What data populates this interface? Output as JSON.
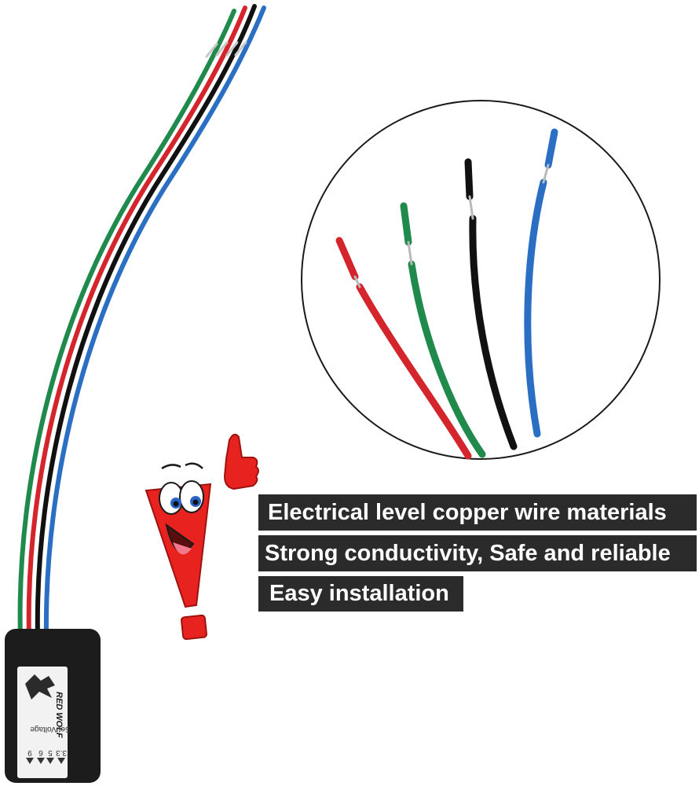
{
  "product": {
    "brand_label": "RED WOLF",
    "module_heading": "Set Voltage",
    "voltage_options": [
      "9",
      "6",
      "5",
      "3.3"
    ]
  },
  "features": [
    "Electrical level copper wire materials",
    "Strong conductivity, Safe and reliable",
    "Easy installation"
  ],
  "colors": {
    "wire_red": "#d4242c",
    "wire_green": "#1f8a4c",
    "wire_black": "#111111",
    "wire_blue": "#2a6fc4",
    "module_body": "#1c1c1c",
    "label_bg": "#f2f2f2",
    "banner_bg": "#2b2b2b",
    "mascot_red": "#e8231f"
  }
}
